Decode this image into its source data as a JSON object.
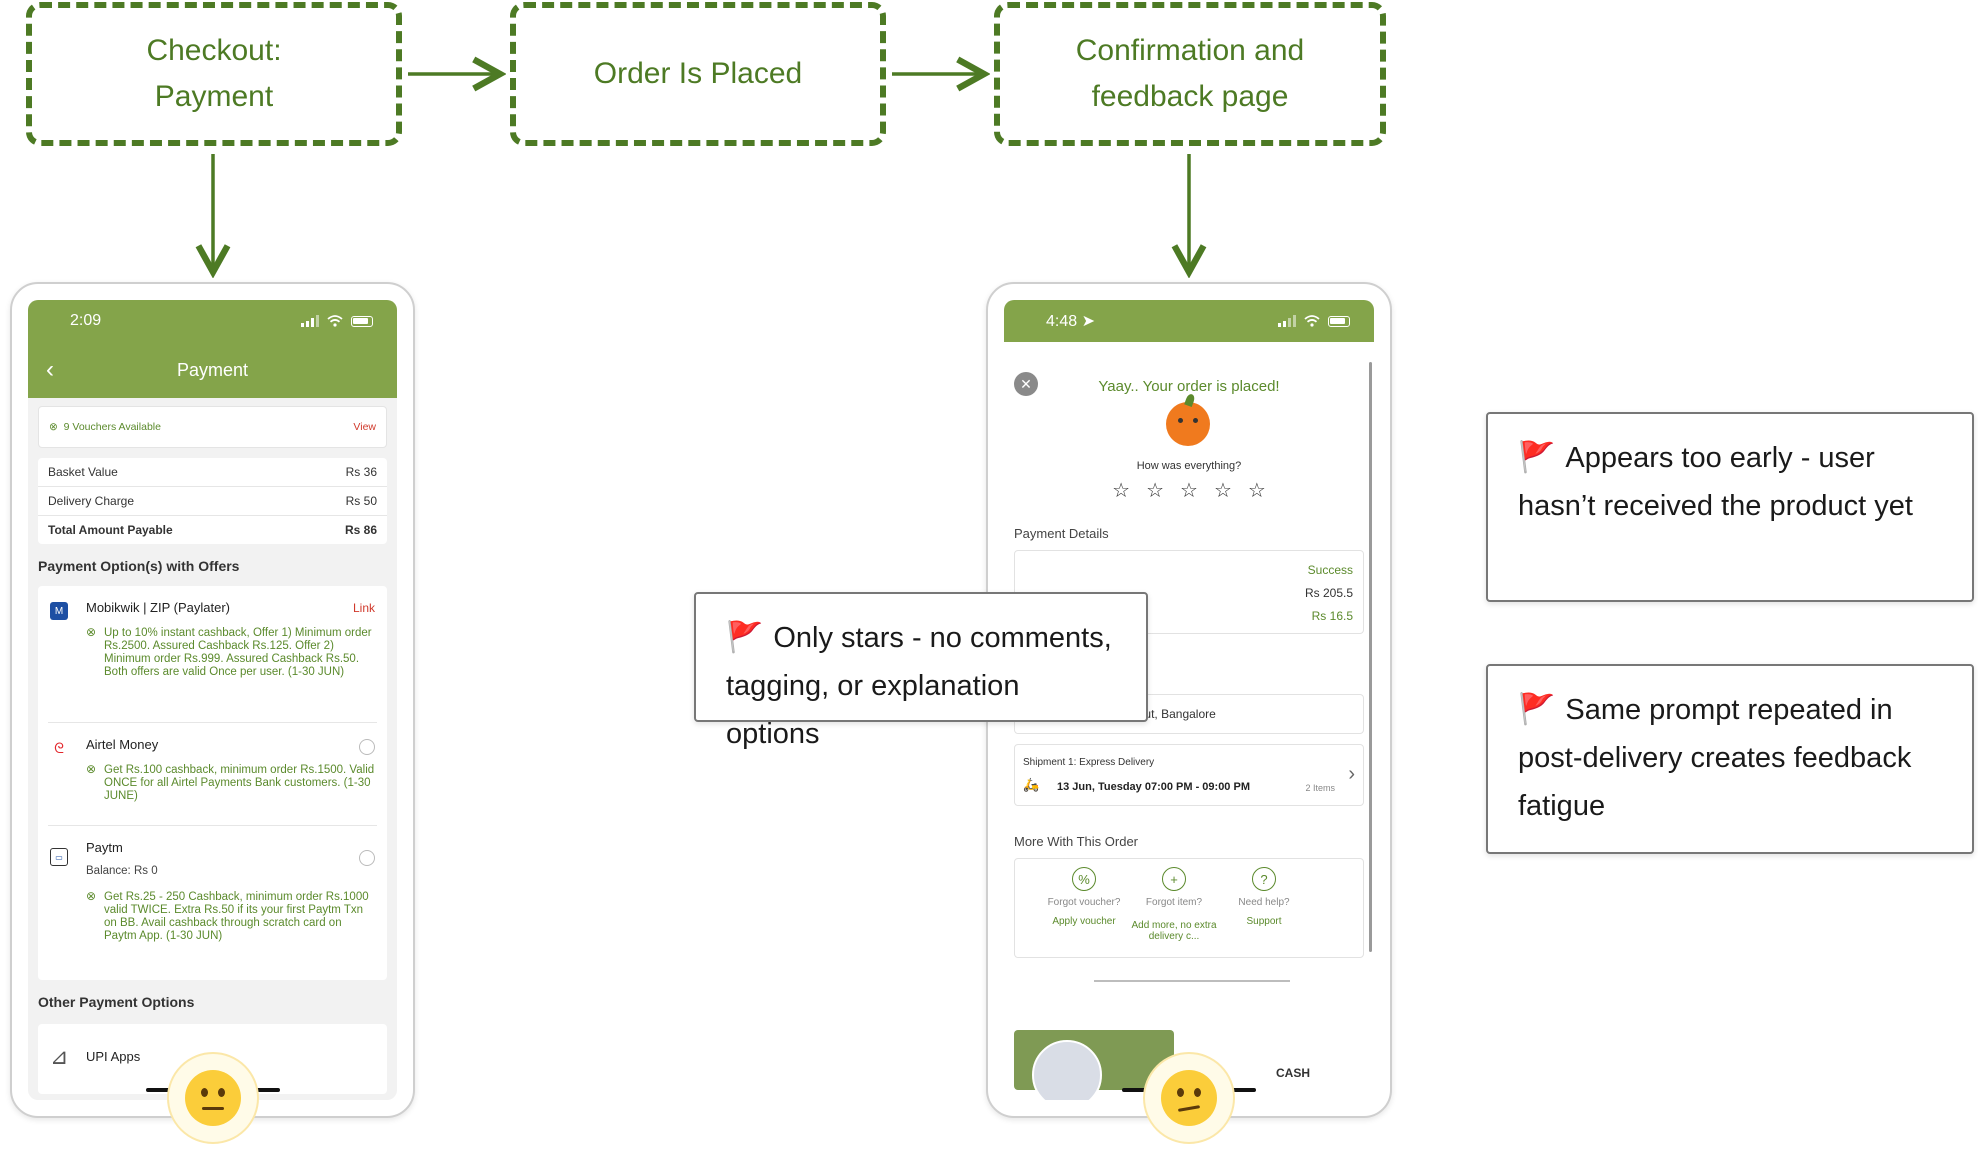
{
  "flow": {
    "box1": "Checkout:\nPayment",
    "box2": "Order Is Placed",
    "box3": "Confirmation and\nfeedback page"
  },
  "payment_screen": {
    "time": "2:09",
    "title": "Payment",
    "vouchers_label": "9 Vouchers Available",
    "vouchers_action": "View",
    "basket_label": "Basket Value",
    "basket_value": "Rs 36",
    "delivery_label": "Delivery Charge",
    "delivery_value": "Rs 50",
    "total_label": "Total Amount Payable",
    "total_value": "Rs 86",
    "offers_section": "Payment Option(s) with Offers",
    "mobikwik_name": "Mobikwik | ZIP (Paylater)",
    "mobikwik_action": "Link",
    "mobikwik_offer": "Up to 10% instant cashback, Offer 1) Minimum order Rs.2500. Assured Cashback Rs.125. Offer 2) Minimum order Rs.999. Assured Cashback Rs.50. Both offers are valid Once per user. (1-30 JUN)",
    "airtel_name": "Airtel Money",
    "airtel_offer": "Get Rs.100 cashback, minimum order Rs.1500. Valid ONCE for all Airtel Payments Bank customers. (1-30 JUNE)",
    "paytm_name": "Paytm",
    "paytm_balance": "Balance: Rs 0",
    "paytm_offer": "Get Rs.25 - 250 Cashback, minimum order Rs.1000 valid TWICE. Extra Rs.50 if its your first Paytm Txn on BB. Avail cashback through scratch card on Paytm App. (1-30 JUN)",
    "other_section": "Other Payment Options",
    "upi_label": "UPI Apps"
  },
  "confirm_screen": {
    "time": "4:48",
    "headline": "Yaay.. Your order is placed!",
    "prompt": "How was everything?",
    "stars": [
      "☆",
      "☆",
      "☆",
      "☆",
      "☆"
    ],
    "payment_details": "Payment Details",
    "status": "Success",
    "amount": "Rs 205.5",
    "savings": "Rs 16.5",
    "address": "Home, BTM Layout, Bangalore",
    "shipment_label": "Shipment 1: Express Delivery",
    "shipment_time": "13 Jun, Tuesday 07:00 PM - 09:00 PM",
    "shipment_items": "2 Items",
    "more_section": "More With This Order",
    "help": [
      {
        "q": "Forgot voucher?",
        "a": "Apply voucher"
      },
      {
        "q": "Forgot item?",
        "a": "Add more, no extra delivery c..."
      },
      {
        "q": "Need help?",
        "a": "Support"
      }
    ],
    "bottom_text": "CASH"
  },
  "callouts": {
    "middle": "Only stars - no comments, tagging, or explanation options",
    "right_top": "Appears too early - user hasn’t received the product yet",
    "right_bottom": "Same prompt repeated in post-delivery creates feedback fatigue"
  },
  "colors": {
    "flow_green": "#4d7a24",
    "header_green": "#84a44a",
    "offer_green": "#5b8a2c",
    "flag_red": "#d8342f"
  }
}
